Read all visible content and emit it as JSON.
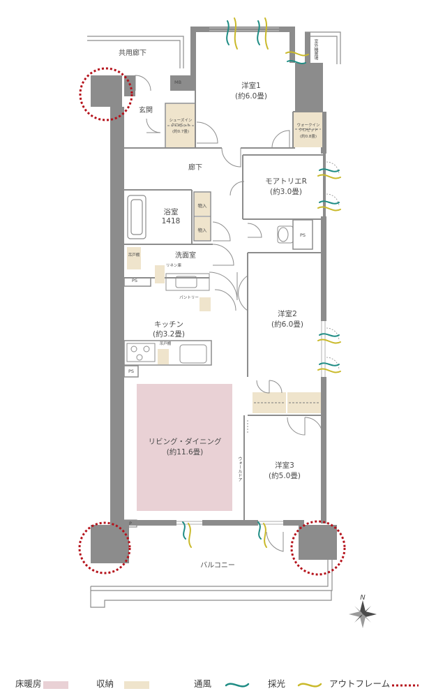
{
  "rooms": {
    "corridor_common": "共用廊下",
    "mb": "MB",
    "outdoor_unit": "室外機置場",
    "entrance": "玄関",
    "shoe_closet_name": "シューズイン\nクロゼット",
    "shoe_closet_size": "(約0.7畳)",
    "room1_name": "洋室1",
    "room1_size": "(約6.0畳)",
    "walkin_name": "ウォークイン\nクロゼット",
    "walkin_size": "(約0.8畳)",
    "hallway": "廊下",
    "atelier_name": "モアトリエR",
    "atelier_size": "(約3.0畳)",
    "bath_name": "浴室",
    "bath_size": "1418",
    "storage1": "物入",
    "storage2": "物入",
    "ps1": "PS",
    "ps2": "PS",
    "ps3": "PS",
    "washroom": "洗面室",
    "linen": "リネン庫",
    "hanging_cab1": "吊戸棚",
    "pantry": "パントリー",
    "kitchen_name": "キッチン",
    "kitchen_size": "(約3.2畳)",
    "hanging_cab2": "吊戸棚",
    "room2_name": "洋室2",
    "room2_size": "(約6.0畳)",
    "living_name": "リビング・ダイニング",
    "living_size": "(約11.6畳)",
    "wall_door": "ウォールドア",
    "room3_name": "洋室3",
    "room3_size": "(約5.0畳)",
    "p_mark": "P",
    "balcony": "バルコニー",
    "north": "N"
  },
  "legend": {
    "floor_heating": "床暖房",
    "storage": "収納",
    "ventilation": "通風",
    "daylight": "採光",
    "outframe": "アウトフレーム"
  },
  "colors": {
    "floor_heating": "#e9d1d5",
    "storage": "#efe4cc",
    "ventilation": "#1e8c84",
    "daylight": "#c9b92a",
    "outframe": "#b5121b",
    "wall": "#8c8c8c"
  },
  "icons": [
    "compass-icon",
    "ventilation-arrow-icon",
    "daylight-arrow-icon"
  ]
}
